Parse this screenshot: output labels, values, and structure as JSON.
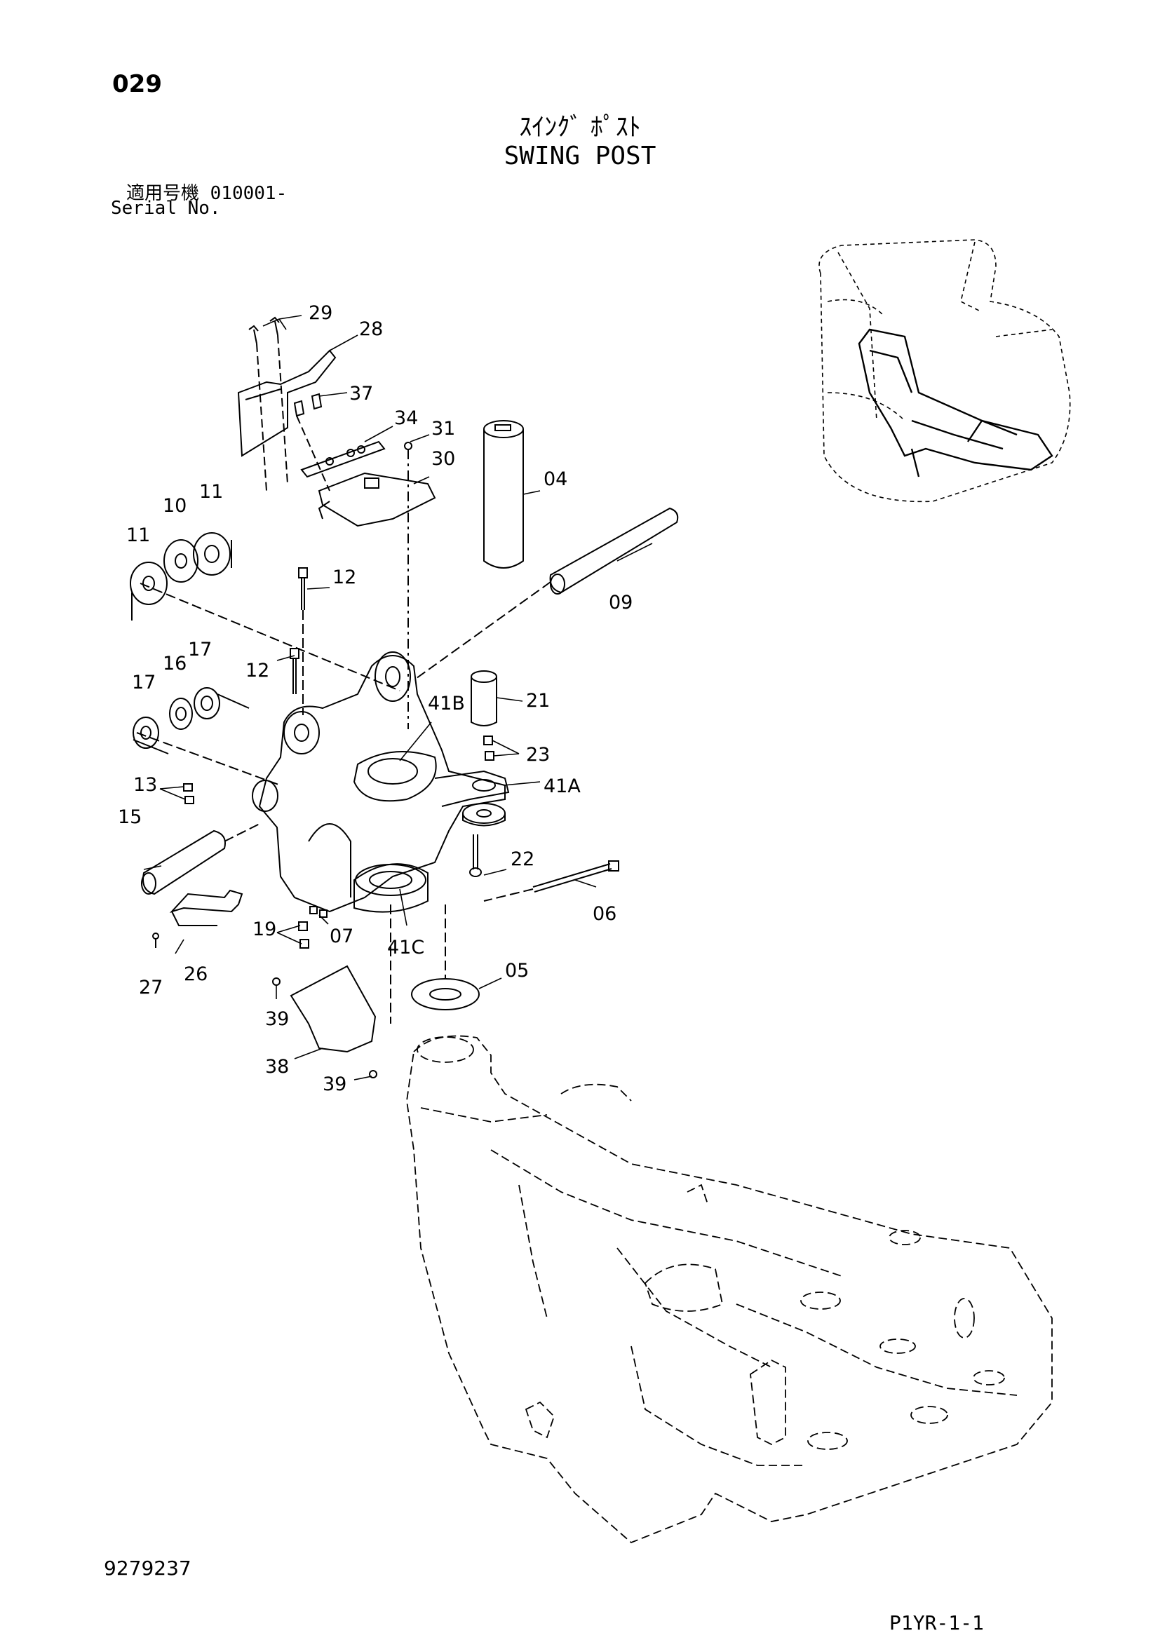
{
  "header": {
    "page_number": "029",
    "title_ja": "ｽｲﾝｸﾞ ﾎﾟｽﾄ",
    "title_en": "SWING POST",
    "serial_label_ja": "適用号機  010001-",
    "serial_label_en": "Serial No."
  },
  "parts": {
    "p29": "29",
    "p28": "28",
    "p37": "37",
    "p34": "34",
    "p31": "31",
    "p30": "30",
    "p04": "04",
    "p11a": "11",
    "p10": "10",
    "p11b": "11",
    "p12a": "12",
    "p09": "09",
    "p17a": "17",
    "p16": "16",
    "p17b": "17",
    "p12b": "12",
    "p41B": "41B",
    "p21": "21",
    "p23": "23",
    "p13": "13",
    "p41A": "41A",
    "p15": "15",
    "p22": "22",
    "p06": "06",
    "p19": "19",
    "p07": "07",
    "p41C": "41C",
    "p27": "27",
    "p26": "26",
    "p05": "05",
    "p39a": "39",
    "p38": "38",
    "p39b": "39"
  },
  "footer": {
    "document_number": "9279237",
    "page_code": "P1YR-1-1"
  }
}
